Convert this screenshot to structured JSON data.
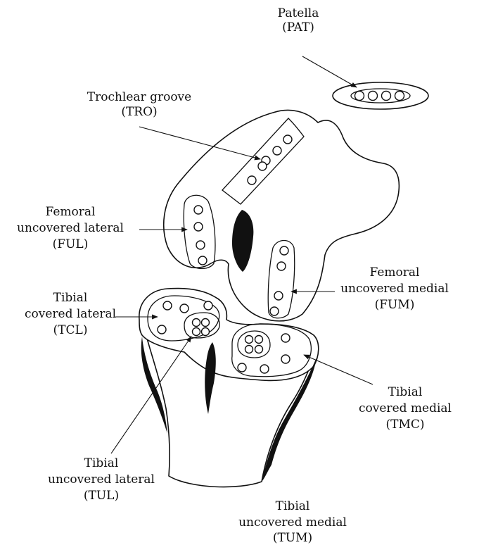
{
  "labels": {
    "pat": {
      "name": "Patella",
      "code": "(PAT)"
    },
    "tro": {
      "name": "Trochlear groove",
      "code": "(TRO)"
    },
    "ful": {
      "line1": "Femoral",
      "line2": "uncovered lateral",
      "code": "(FUL)"
    },
    "fum": {
      "line1": "Femoral",
      "line2": "uncovered medial",
      "code": "(FUM)"
    },
    "tcl": {
      "line1": "Tibial",
      "line2": "covered lateral",
      "code": "(TCL)"
    },
    "tmc": {
      "line1": "Tibial",
      "line2": "covered medial",
      "code": "(TMC)"
    },
    "tul": {
      "line1": "Tibial",
      "line2": "uncovered lateral",
      "code": "(TUL)"
    },
    "tum": {
      "line1": "Tibial",
      "line2": "uncovered medial",
      "code": "(TUM)"
    }
  }
}
